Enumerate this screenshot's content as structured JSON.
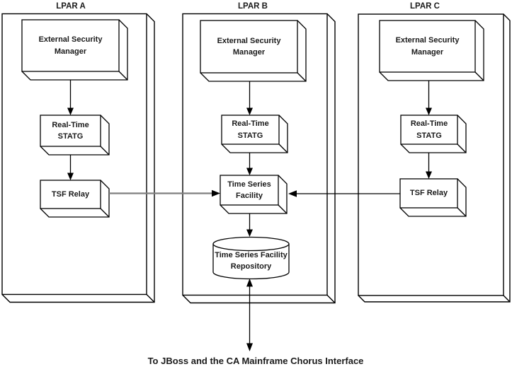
{
  "colors": {
    "stroke": "#000000",
    "gray_connector": "#7f7f7f",
    "box_fill": "#ffffff",
    "text": "#1a1a1a"
  },
  "lpar_a": {
    "title": "LPAR A",
    "esm": "External Security\nManager",
    "statg": "Real-Time\nSTATG",
    "relay": "TSF Relay"
  },
  "lpar_b": {
    "title": "LPAR B",
    "esm": "External Security\nManager",
    "statg": "Real-Time\nSTATG",
    "facility": "Time Series\nFacility",
    "repository": "Time Series Facility\nRepository"
  },
  "lpar_c": {
    "title": "LPAR C",
    "esm": "External Security\nManager",
    "statg": "Real-Time\nSTATG",
    "relay": "TSF Relay"
  },
  "footer": {
    "caption": "To JBoss and the CA Mainframe Chorus Interface"
  }
}
